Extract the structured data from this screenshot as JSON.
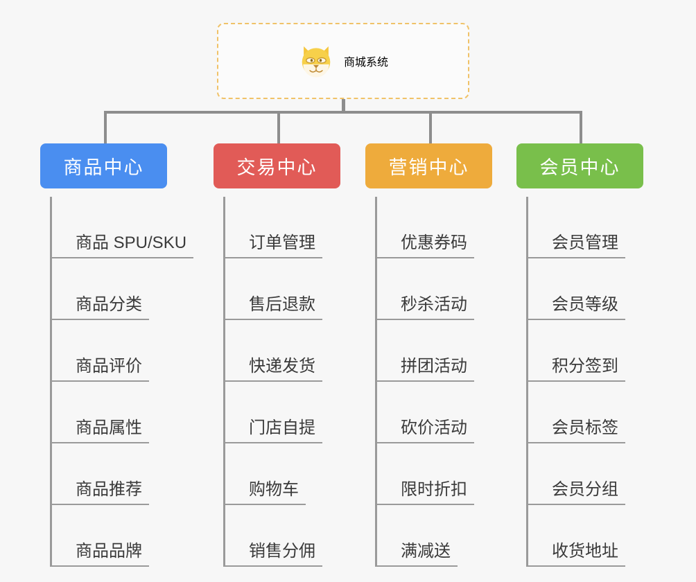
{
  "diagram": {
    "title": "商城系统",
    "logo_icon": "shiba-dog-face-icon",
    "colors": {
      "background": "#f7f7f7",
      "root_border": "#f0c268",
      "root_title": "#e9a93a",
      "connector": "#8d8d8d",
      "leaf_text": "#3a3a3a",
      "leaf_rule": "#9a9a9a"
    },
    "branches": [
      {
        "name": "商品中心",
        "color": "#4a8ef0",
        "items": [
          "商品 SPU/SKU",
          "商品分类",
          "商品评价",
          "商品属性",
          "商品推荐",
          "商品品牌"
        ]
      },
      {
        "name": "交易中心",
        "color": "#e15b57",
        "items": [
          "订单管理",
          "售后退款",
          "快递发货",
          "门店自提",
          "购物车",
          "销售分佣"
        ]
      },
      {
        "name": "营销中心",
        "color": "#eeab3c",
        "items": [
          "优惠券码",
          "秒杀活动",
          "拼团活动",
          "砍价活动",
          "限时折扣",
          "满减送"
        ]
      },
      {
        "name": "会员中心",
        "color": "#79bf4b",
        "items": [
          "会员管理",
          "会员等级",
          "积分签到",
          "会员标签",
          "会员分组",
          "收货地址"
        ]
      }
    ]
  }
}
